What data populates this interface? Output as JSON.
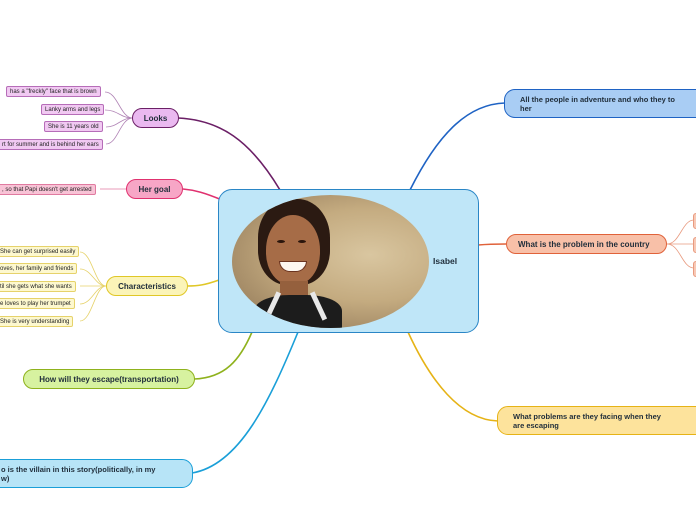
{
  "central": {
    "title": "Isabel",
    "photo_description": "portrait-photo"
  },
  "colors": {
    "looks": "#6b1f66",
    "goal": "#e0316f",
    "characteristics": "#e0c727",
    "escape": "#8fb21d",
    "villain": "#1a9fd8",
    "people": "#1f63c4",
    "problem_country": "#e0623a",
    "problems_escaping": "#e6b316"
  },
  "branches": {
    "looks": {
      "label": "Looks",
      "leaves": [
        "has a \"freckly\" face that is brown",
        "Lanky arms and legs",
        "She is 11 years old",
        "rt for summer and is behind her ears"
      ]
    },
    "goal": {
      "label": "Her goal",
      "leaves": [
        ", so that Papi doesn't get arrested"
      ]
    },
    "characteristics": {
      "label": "Characteristics",
      "leaves": [
        "She can get surprised easily",
        "oves, her family and friends",
        "til she gets what she wants",
        "e loves to play her trumpet",
        "She is very understanding"
      ]
    },
    "escape": {
      "label": "How will they escape(transportation)"
    },
    "villain": {
      "label": "o is the villain in this story(politically, in my\nw)"
    },
    "people": {
      "label": "All the people in adventure and who they to\nher"
    },
    "problem_country": {
      "label": "What is the problem in the country"
    },
    "problems_escaping": {
      "label": "What problems are they facing when they\nare escaping"
    }
  }
}
